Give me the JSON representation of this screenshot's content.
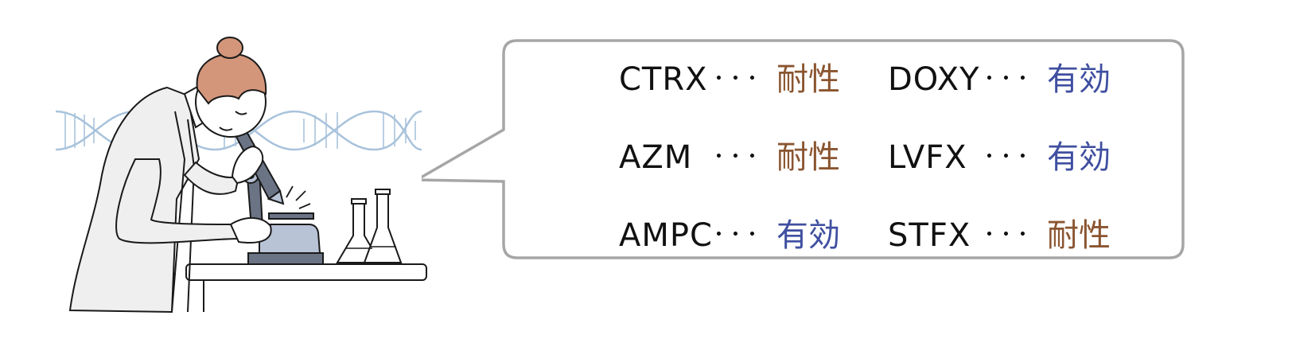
{
  "results": [
    {
      "drug": "CTRX",
      "separator": "･･･",
      "result": "耐性",
      "status": "resistant"
    },
    {
      "drug": "DOXY",
      "separator": "･･･",
      "result": "有効",
      "status": "effective"
    },
    {
      "drug": "AZM",
      "separator": "･･･",
      "result": "耐性",
      "status": "resistant"
    },
    {
      "drug": "LVFX",
      "separator": "･･･",
      "result": "有効",
      "status": "effective"
    },
    {
      "drug": "AMPC",
      "separator": "･･･",
      "result": "有効",
      "status": "effective"
    },
    {
      "drug": "STFX",
      "separator": "･･･",
      "result": "耐性",
      "status": "resistant"
    }
  ],
  "colors": {
    "resistant": "#8a5530",
    "effective": "#3f4fa0",
    "bubble_border": "#a6a6a6",
    "dna_helix": "#a9c3dc",
    "microscope": "#6b7485"
  },
  "icons": [
    "scientist-illustration",
    "microscope-icon",
    "dna-helix-icon",
    "flask-icon"
  ]
}
